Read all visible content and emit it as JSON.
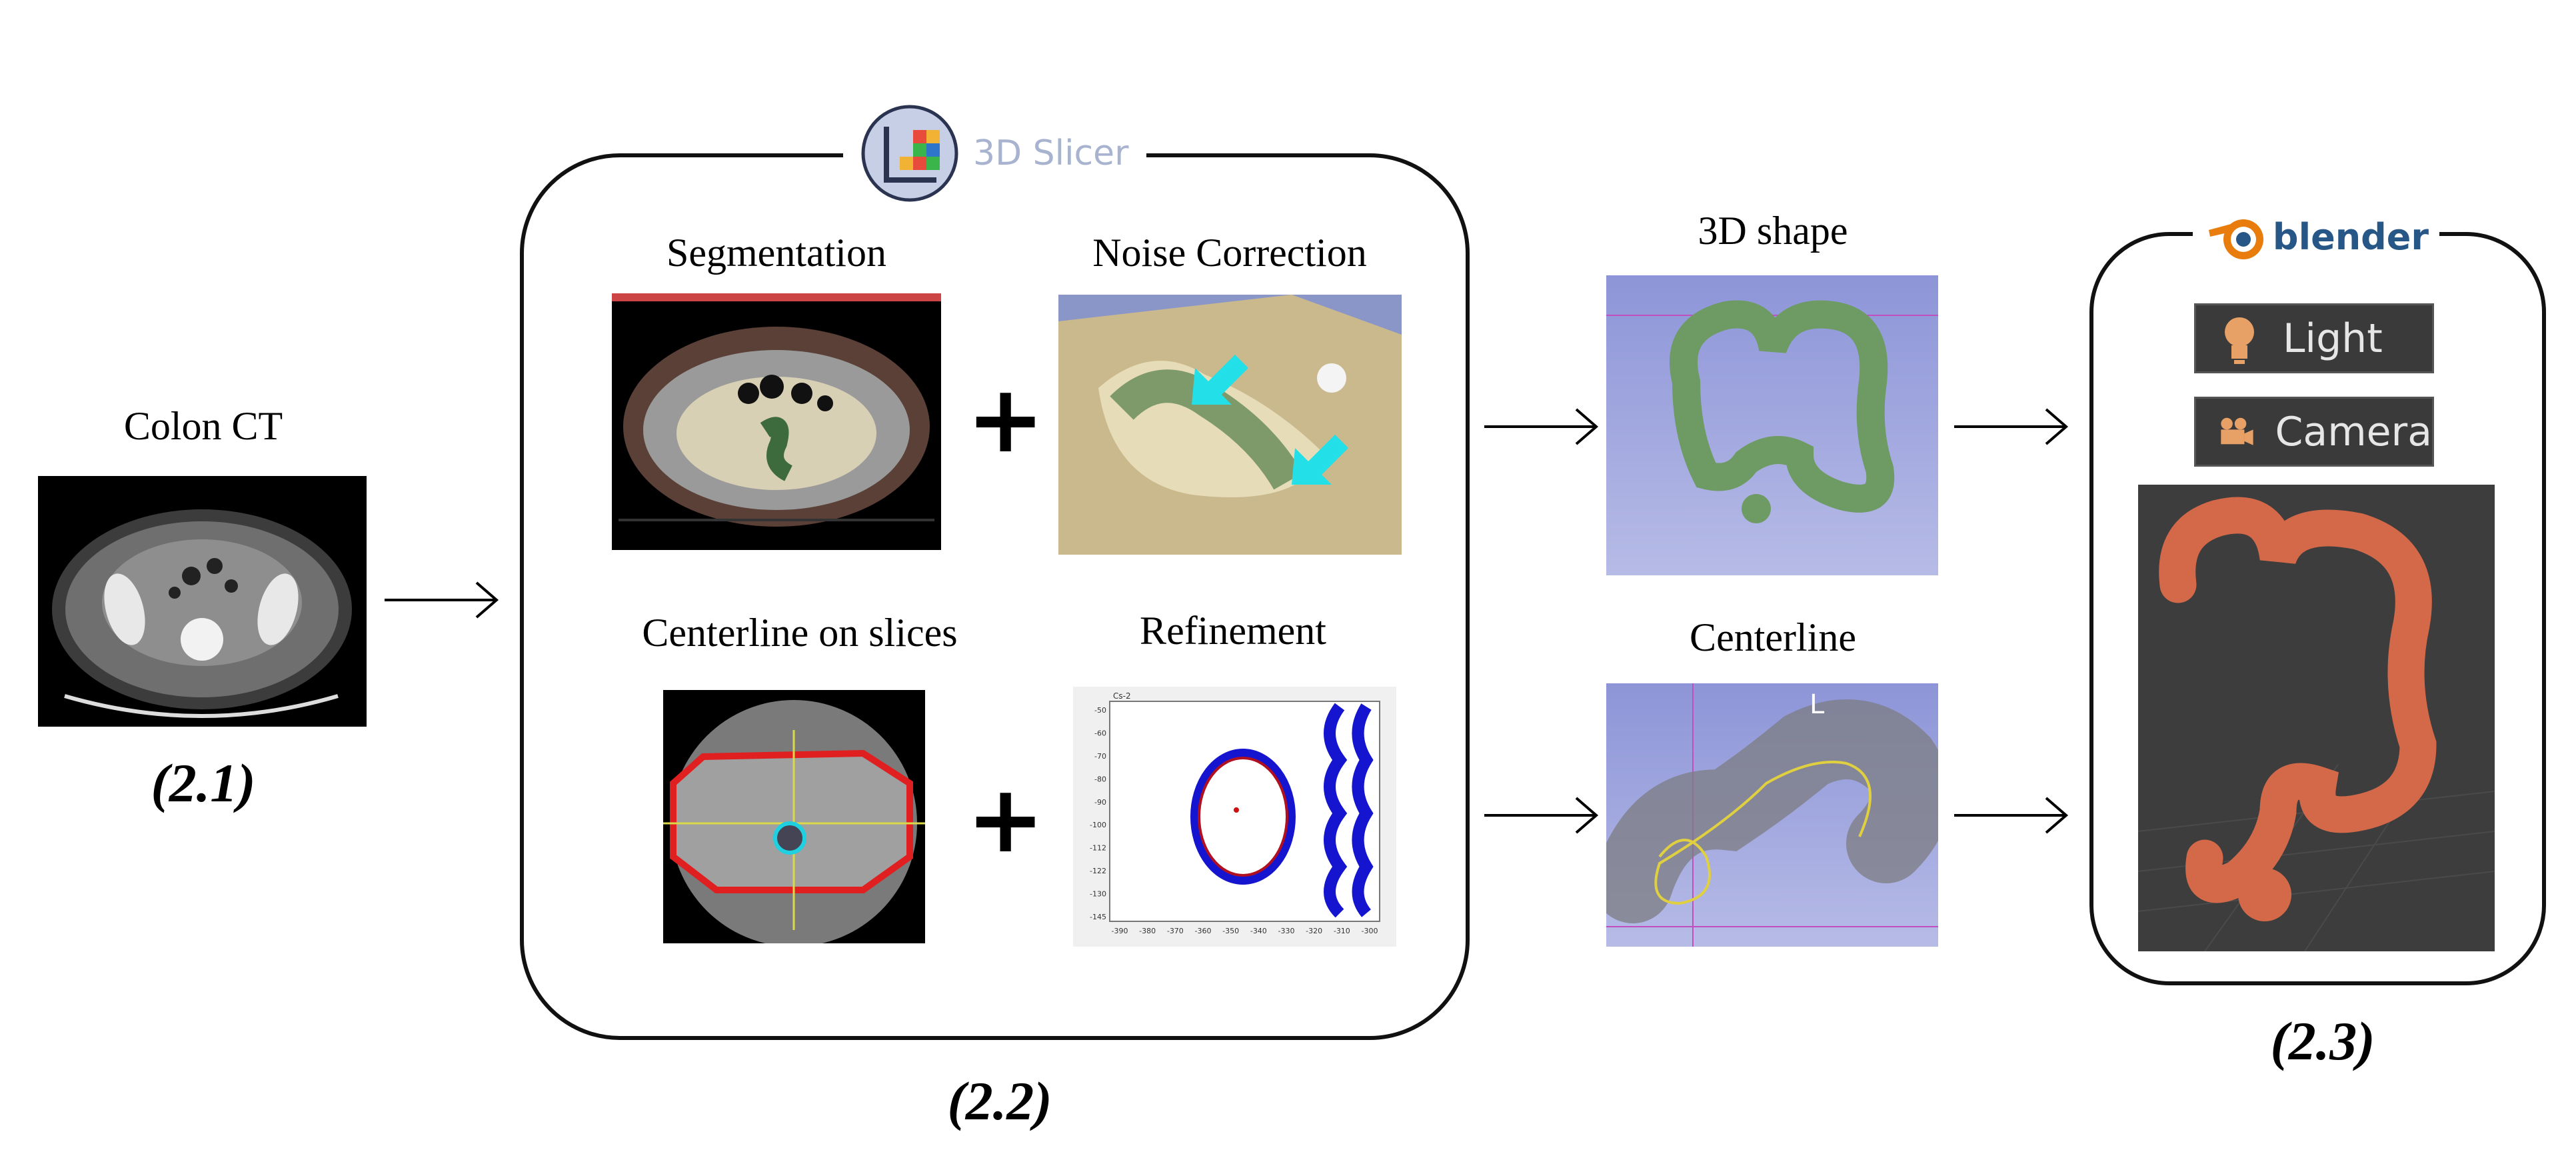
{
  "stage1": {
    "title": "Colon CT",
    "step": "(2.1)"
  },
  "stage2": {
    "brand": "3D Slicer",
    "step": "(2.2)",
    "panels": {
      "segmentation": "Segmentation",
      "noise_correction": "Noise Correction",
      "centerline_slices": "Centerline on slices",
      "refinement": "Refinement"
    },
    "plus": "+"
  },
  "outputs": {
    "shape": "3D shape",
    "centerline": "Centerline"
  },
  "stage3": {
    "brand": "blender",
    "step": "(2.3)",
    "light": "Light",
    "camera": "Camera"
  },
  "plot": {
    "corner_label": "Cs-2",
    "y_ticks": [
      "-50",
      "-60",
      "-70",
      "-80",
      "-90",
      "-100",
      "-112",
      "-122",
      "-130",
      "-145"
    ],
    "x_ticks": [
      "-390",
      "-380",
      "-370",
      "-360",
      "-350",
      "-340",
      "-330",
      "-320",
      "-310",
      "-300"
    ]
  },
  "colors": {
    "slicer_text": "#a8b3cf",
    "blender_orange": "#e87d0d",
    "blender_blue": "#265787",
    "colon_green": "#7ea36e",
    "render_orange": "#d4694a"
  }
}
